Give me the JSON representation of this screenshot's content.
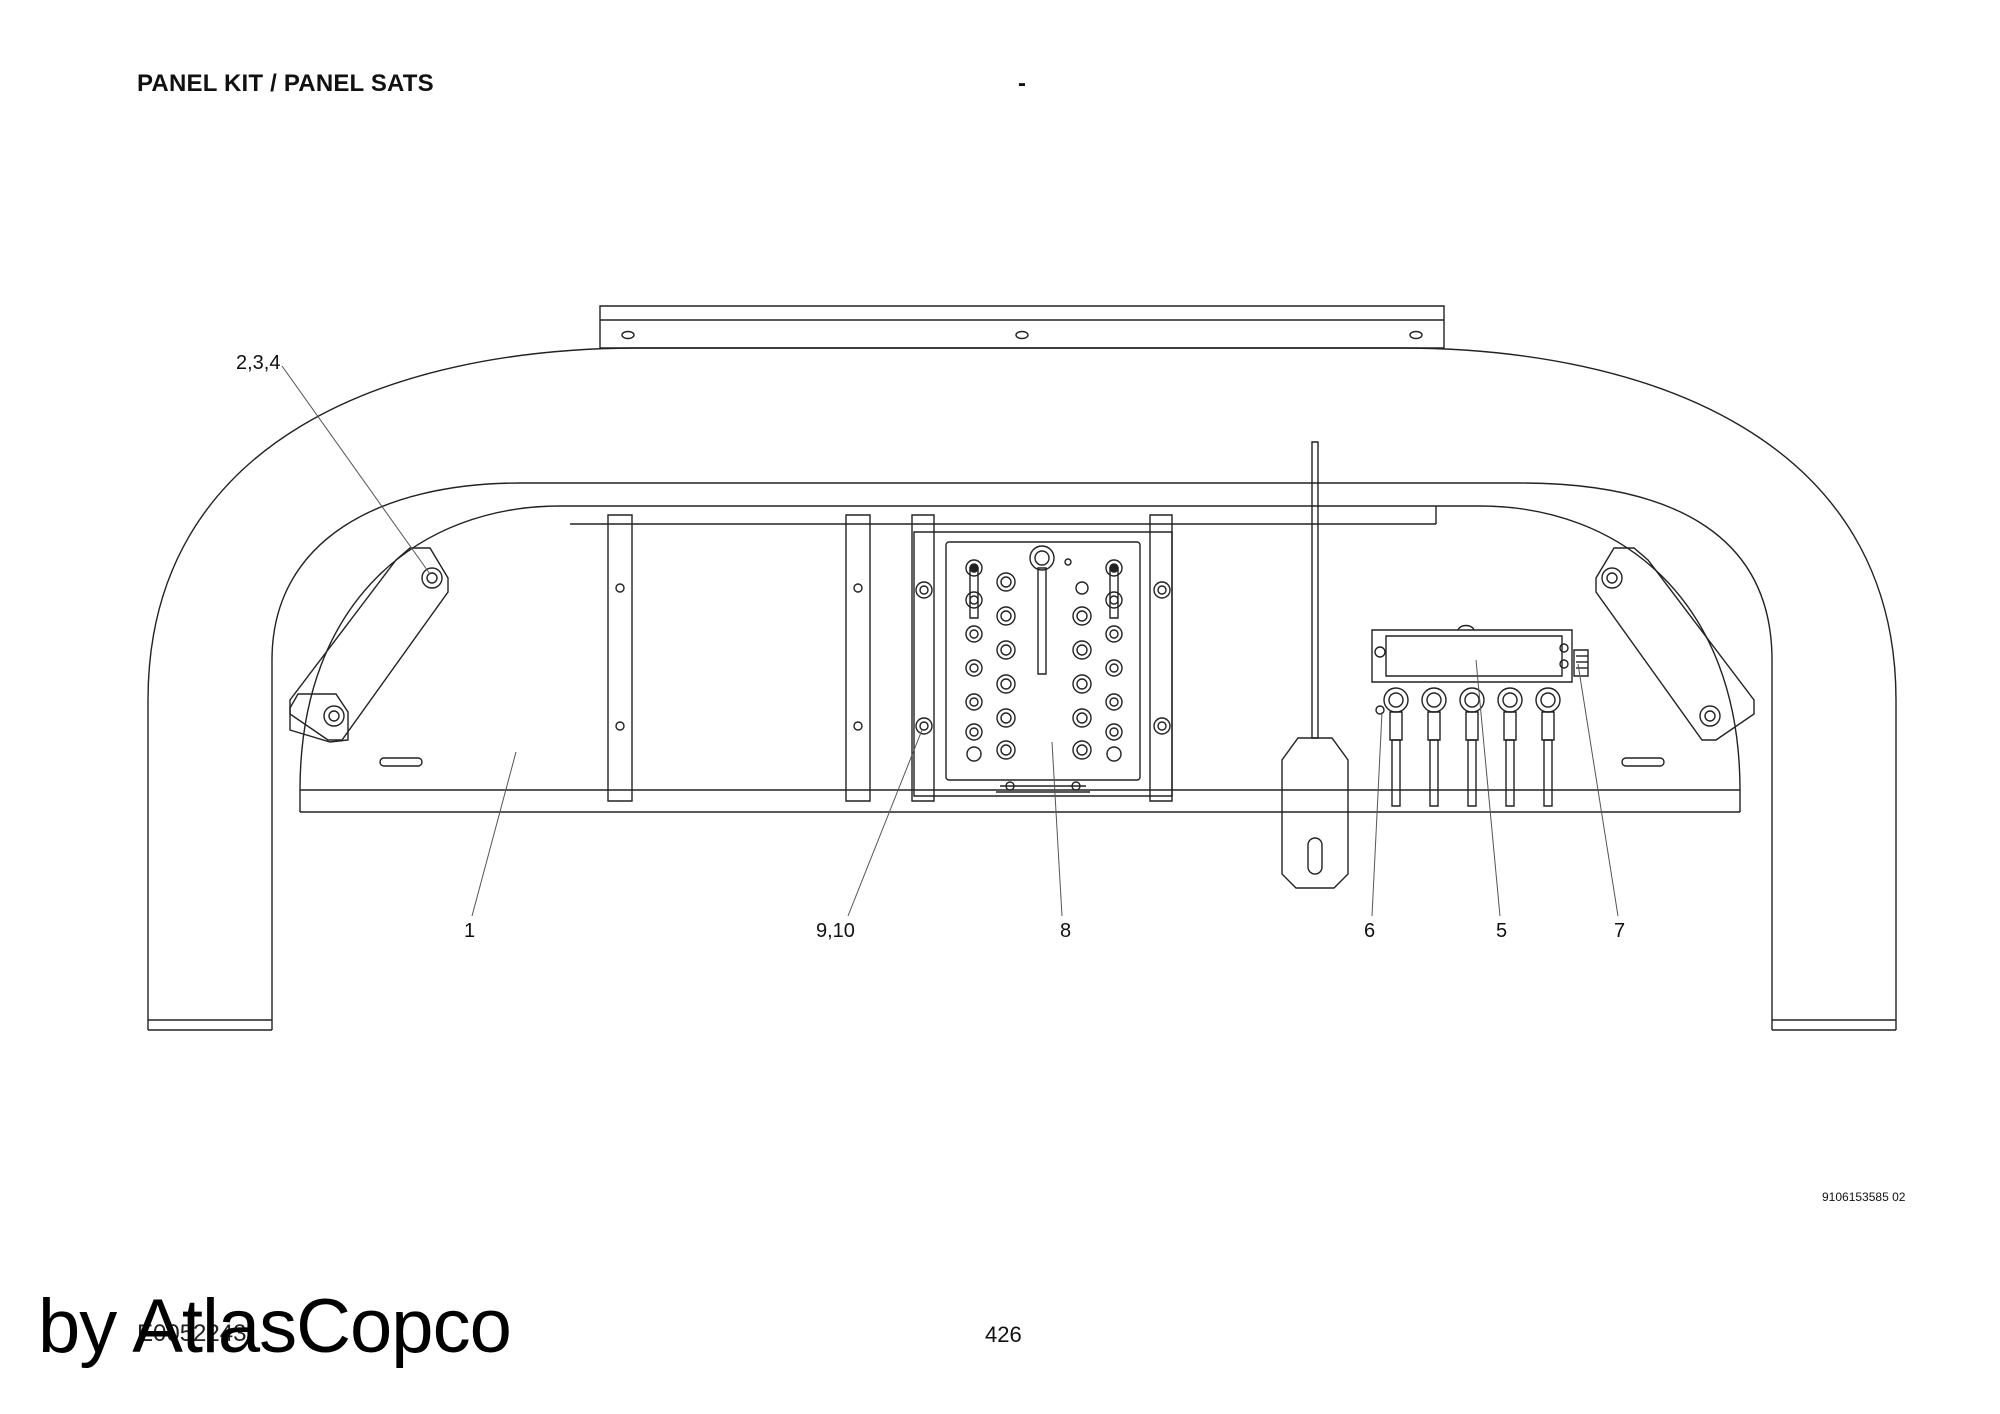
{
  "header": {
    "title": "PANEL KIT / PANEL SATS",
    "separator": "-"
  },
  "callouts": {
    "c1": "1",
    "c234": "2,3,4",
    "c910": "9,10",
    "c8": "8",
    "c6": "6",
    "c5": "5",
    "c7": "7"
  },
  "footer": {
    "document_number": "9106153585 02",
    "figure_ref": "E0052243",
    "page_number": "426",
    "watermark": "by AtlasCopco"
  }
}
